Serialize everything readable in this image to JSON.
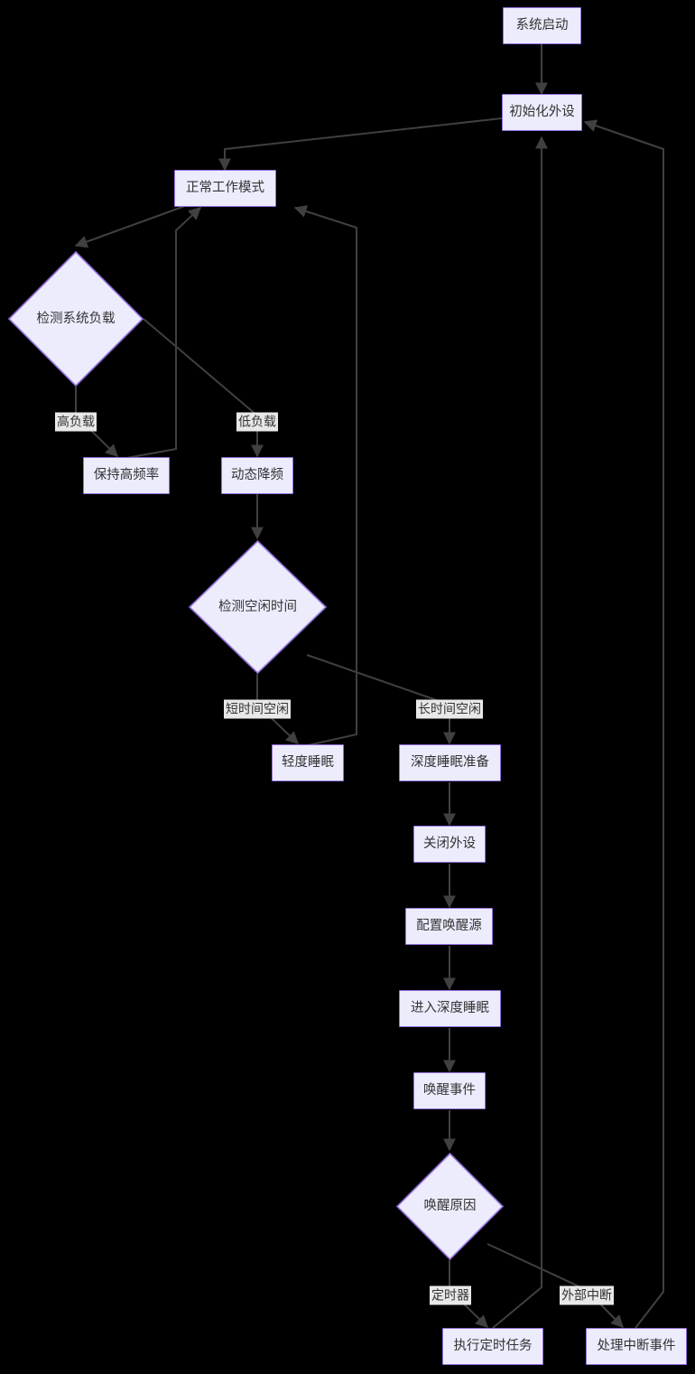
{
  "diagram": {
    "type": "flowchart",
    "title": "",
    "orientation": "top-down",
    "theme": {
      "background": "#000000",
      "node_fill": "#ececfd",
      "node_border": "#9370db",
      "node_text": "#333333",
      "edge_stroke": "#404040",
      "edge_label_background": "#e8e8e8",
      "edge_label_text": "#333333"
    },
    "nodes": [
      {
        "id": "start",
        "label": "系统启动",
        "shape": "rect"
      },
      {
        "id": "init",
        "label": "初始化外设",
        "shape": "rect"
      },
      {
        "id": "normal",
        "label": "正常工作模式",
        "shape": "rect"
      },
      {
        "id": "checkload",
        "label": "检测系统负载",
        "shape": "diamond"
      },
      {
        "id": "highfreq",
        "label": "保持高频率",
        "shape": "rect"
      },
      {
        "id": "downclock",
        "label": "动态降频",
        "shape": "rect"
      },
      {
        "id": "checkidle",
        "label": "检测空闲时间",
        "shape": "diamond"
      },
      {
        "id": "lightsleep",
        "label": "轻度睡眠",
        "shape": "rect"
      },
      {
        "id": "deepprep",
        "label": "深度睡眠准备",
        "shape": "rect"
      },
      {
        "id": "closeperiph",
        "label": "关闭外设",
        "shape": "rect"
      },
      {
        "id": "configwake",
        "label": "配置唤醒源",
        "shape": "rect"
      },
      {
        "id": "deepsleep",
        "label": "进入深度睡眠",
        "shape": "rect"
      },
      {
        "id": "wakeevent",
        "label": "唤醒事件",
        "shape": "rect"
      },
      {
        "id": "wakereason",
        "label": "唤醒原因",
        "shape": "diamond"
      },
      {
        "id": "timertask",
        "label": "执行定时任务",
        "shape": "rect"
      },
      {
        "id": "irqhandler",
        "label": "处理中断事件",
        "shape": "rect"
      }
    ],
    "edges": [
      {
        "from": "start",
        "to": "init",
        "label": ""
      },
      {
        "from": "init",
        "to": "normal",
        "label": ""
      },
      {
        "from": "normal",
        "to": "checkload",
        "label": ""
      },
      {
        "from": "checkload",
        "to": "highfreq",
        "label": "高负载"
      },
      {
        "from": "checkload",
        "to": "downclock",
        "label": "低负载"
      },
      {
        "from": "highfreq",
        "to": "normal",
        "label": ""
      },
      {
        "from": "downclock",
        "to": "checkidle",
        "label": ""
      },
      {
        "from": "checkidle",
        "to": "lightsleep",
        "label": "短时间空闲"
      },
      {
        "from": "checkidle",
        "to": "deepprep",
        "label": "长时间空闲"
      },
      {
        "from": "lightsleep",
        "to": "normal",
        "label": ""
      },
      {
        "from": "deepprep",
        "to": "closeperiph",
        "label": ""
      },
      {
        "from": "closeperiph",
        "to": "configwake",
        "label": ""
      },
      {
        "from": "configwake",
        "to": "deepsleep",
        "label": ""
      },
      {
        "from": "deepsleep",
        "to": "wakeevent",
        "label": ""
      },
      {
        "from": "wakeevent",
        "to": "wakereason",
        "label": ""
      },
      {
        "from": "wakereason",
        "to": "timertask",
        "label": "定时器"
      },
      {
        "from": "wakereason",
        "to": "irqhandler",
        "label": "外部中断"
      },
      {
        "from": "timertask",
        "to": "init",
        "label": ""
      },
      {
        "from": "irqhandler",
        "to": "init",
        "label": ""
      }
    ],
    "edge_labels": [
      {
        "id": "lbl-highload",
        "text": "高负载"
      },
      {
        "id": "lbl-lowload",
        "text": "低负载"
      },
      {
        "id": "lbl-shortidle",
        "text": "短时间空闲"
      },
      {
        "id": "lbl-longidle",
        "text": "长时间空闲"
      },
      {
        "id": "lbl-timer",
        "text": "定时器"
      },
      {
        "id": "lbl-extirq",
        "text": "外部中断"
      }
    ]
  }
}
